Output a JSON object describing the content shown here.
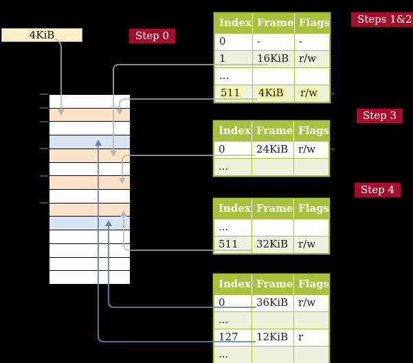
{
  "labels": {
    "page_size": "4KiB"
  },
  "badges": {
    "step0": "Step 0",
    "steps12": "Steps 1&2",
    "step3": "Step 3",
    "step4": "Step 4"
  },
  "tables": [
    {
      "columns": [
        "Index",
        "Frame",
        "Flags"
      ],
      "rows": [
        {
          "index": "0",
          "frame": "-",
          "flags": "-"
        },
        {
          "index": "1",
          "frame": "16KiB",
          "flags": "r/w"
        },
        {
          "index": "...",
          "frame": "",
          "flags": ""
        },
        {
          "index": "511",
          "frame": "4KiB",
          "flags": "r/w"
        }
      ]
    },
    {
      "columns": [
        "Index",
        "Frame",
        "Flags"
      ],
      "rows": [
        {
          "index": "0",
          "frame": "24KiB",
          "flags": "r/w"
        },
        {
          "index": "...",
          "frame": "",
          "flags": ""
        }
      ]
    },
    {
      "columns": [
        "Index",
        "Frame",
        "Flags"
      ],
      "rows": [
        {
          "index": "...",
          "frame": "",
          "flags": ""
        },
        {
          "index": "511",
          "frame": "32KiB",
          "flags": "r/w"
        }
      ]
    },
    {
      "columns": [
        "Index",
        "Frame",
        "Flags"
      ],
      "rows": [
        {
          "index": "0",
          "frame": "36KiB",
          "flags": "r/w"
        },
        {
          "index": "...",
          "frame": "",
          "flags": ""
        },
        {
          "index": "127",
          "frame": "12KiB",
          "flags": "r"
        },
        {
          "index": "...",
          "frame": "",
          "flags": ""
        }
      ]
    }
  ],
  "memory": {
    "rows": [
      {
        "type": "white"
      },
      {
        "type": "peach"
      },
      {
        "type": "white"
      },
      {
        "type": "blue"
      },
      {
        "type": "peach"
      },
      {
        "type": "white"
      },
      {
        "type": "peach"
      },
      {
        "type": "white"
      },
      {
        "type": "peach"
      },
      {
        "type": "blue"
      },
      {
        "type": "white"
      },
      {
        "type": "white"
      },
      {
        "type": "white"
      },
      {
        "type": "white"
      }
    ]
  },
  "colors": {
    "table_header_green": "#a5c13e",
    "table_row_alt_green": "#edf1db",
    "highlight_yellow": "#fbf7a3",
    "badge_crimson": "#a50d2d",
    "frame_peach": "#fbe3c8",
    "frame_blue": "#d9e4f2",
    "label_box_cream": "#faeecb",
    "arrow_gray": "#b4b4b4",
    "arrow_blue": "#6282b4"
  }
}
